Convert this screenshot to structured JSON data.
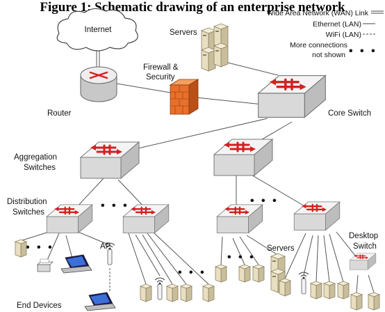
{
  "title": "Figure 1: Schematic drawing of an enterprise network",
  "legend": {
    "wan": "Wide Area Network (WAN) Link",
    "ethernet": "Ethernet (LAN)",
    "wifi": "WiFi (LAN)",
    "more_line1": "More connections",
    "more_line2": "not shown",
    "more_dots": "• • •"
  },
  "labels": {
    "internet": "Internet",
    "servers_top": "Servers",
    "firewall_line1": "Firewall &",
    "firewall_line2": "Security",
    "router": "Router",
    "core_switch": "Core Switch",
    "aggregation_line1": "Aggregation",
    "aggregation_line2": "Switches",
    "distribution_line1": "Distribution",
    "distribution_line2": "Switches",
    "ap": "AP",
    "servers_bottom": "Servers",
    "desktop_line1": "Desktop",
    "desktop_line2": "Switch",
    "end_devices": "End Devices",
    "dots": "• • •"
  },
  "colors": {
    "switch_top": "#f2f2f2",
    "switch_side": "#d4d4d4",
    "arrow": "#d42020",
    "firewall": "#e8702a",
    "server": "#e4d9b8",
    "line": "#666666"
  }
}
